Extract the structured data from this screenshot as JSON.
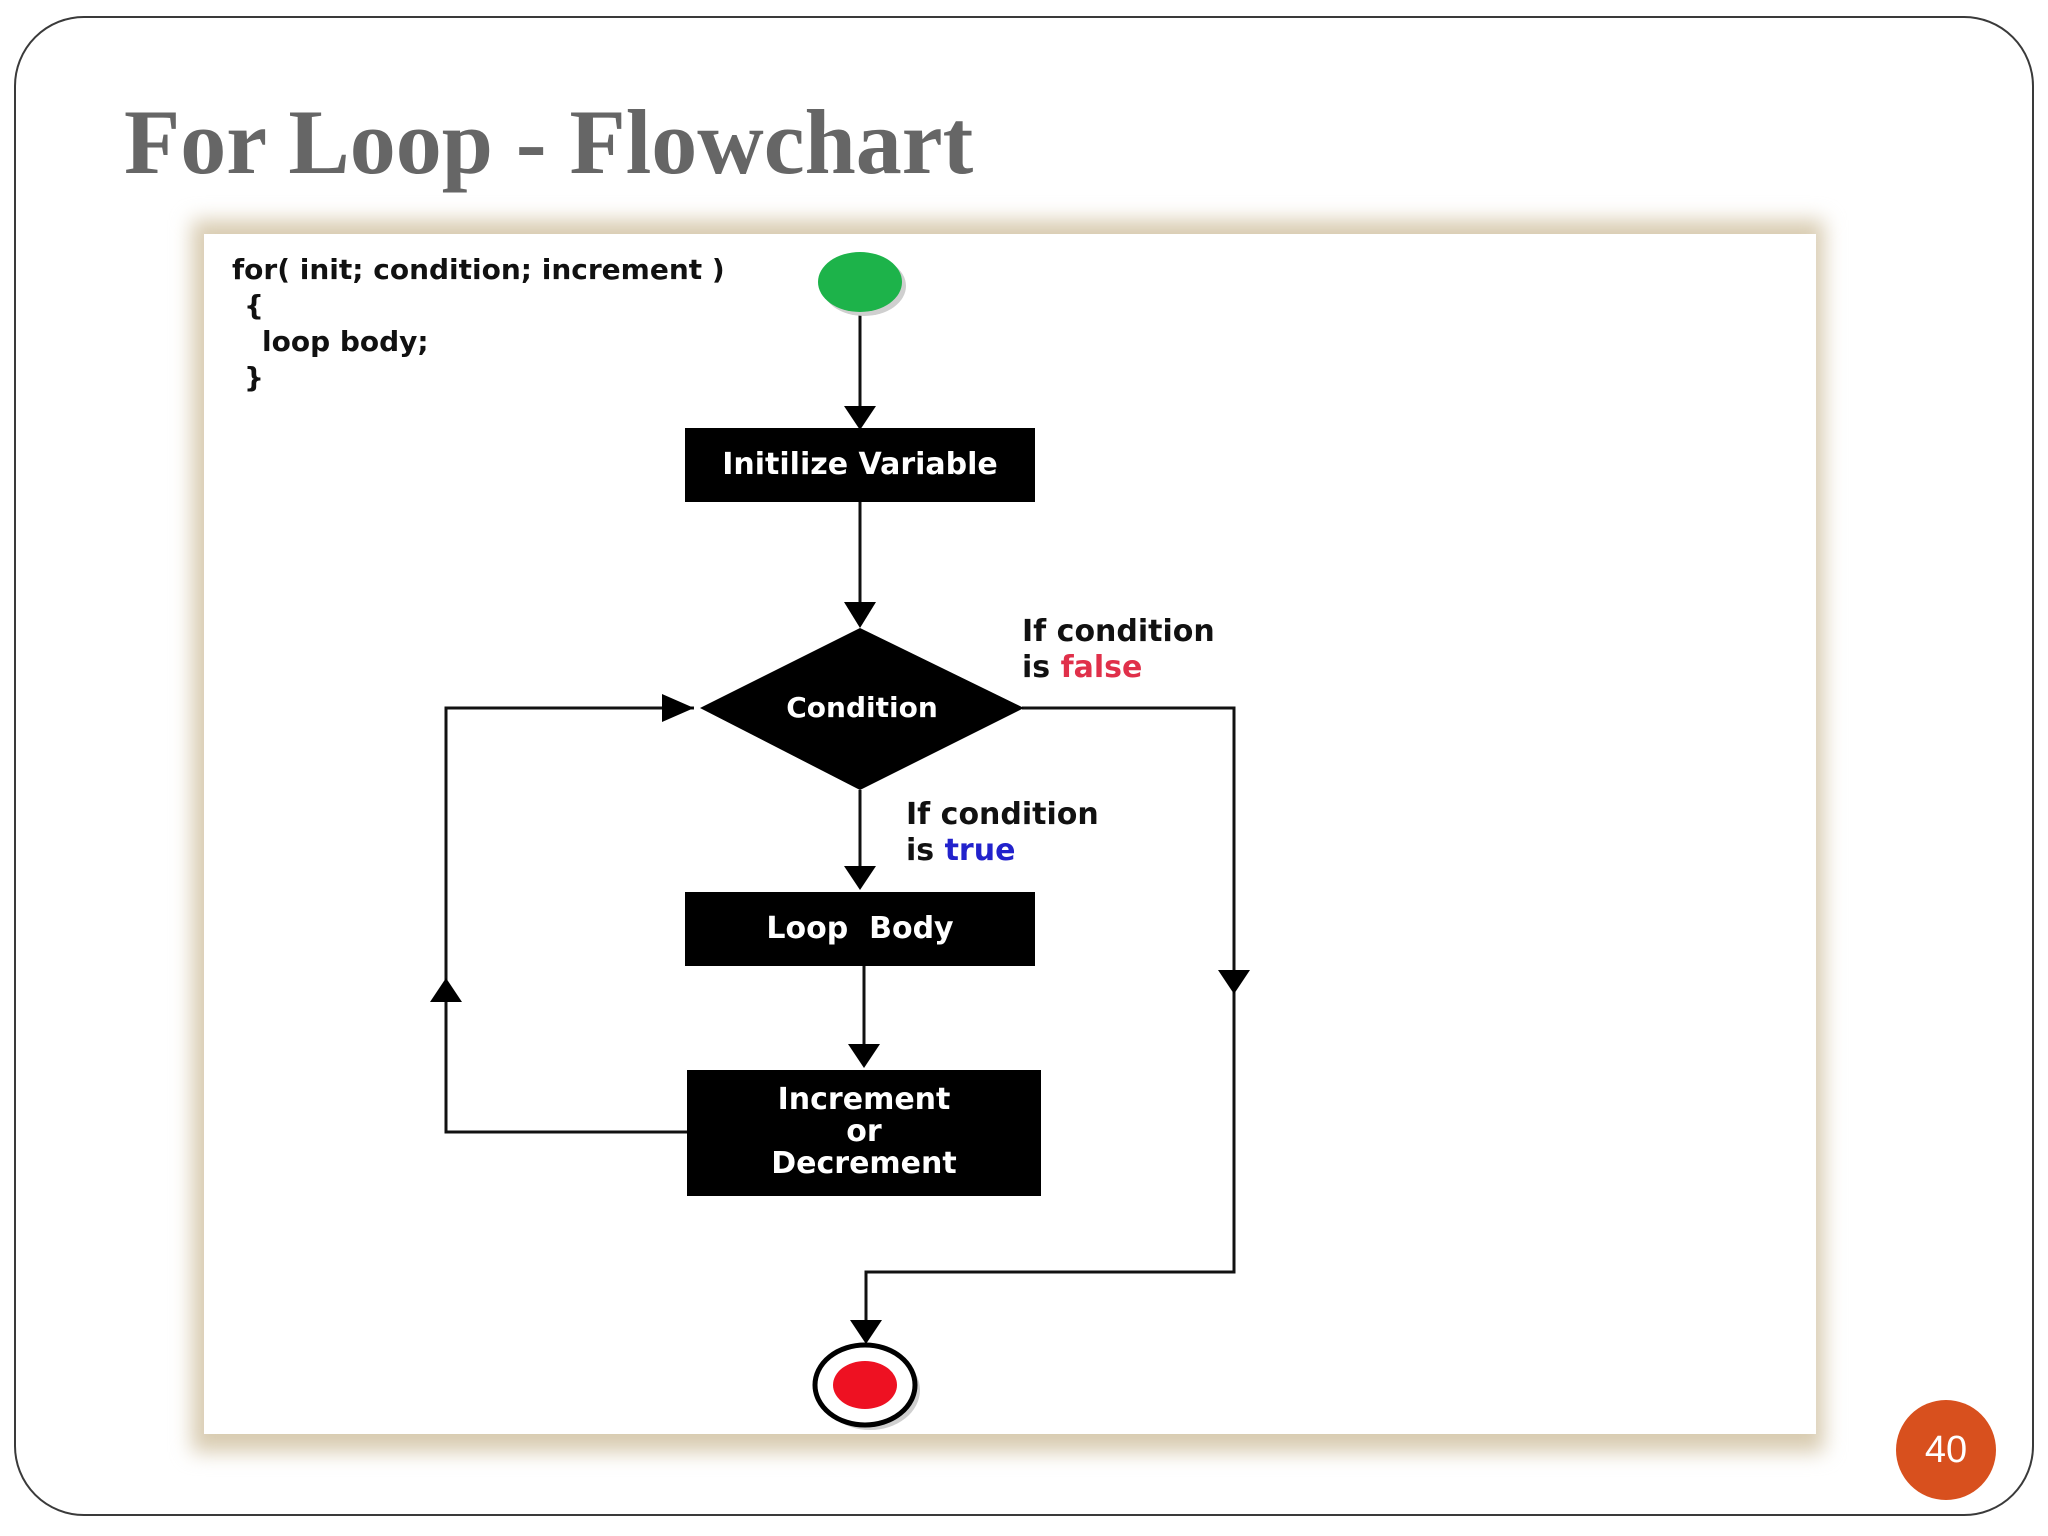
{
  "slide": {
    "title": "For Loop - Flowchart",
    "page_number": "40",
    "accent_color": "#d8501e"
  },
  "diagram": {
    "code_lines": [
      "for( init; condition; increment )",
      "{",
      "loop body;",
      "}"
    ],
    "nodes": {
      "start": {
        "type": "start-circle",
        "color": "#1db34a"
      },
      "init": {
        "label": "Initilize Variable"
      },
      "condition": {
        "label": "Condition"
      },
      "body": {
        "label": "Loop  Body"
      },
      "increment": {
        "label_lines": [
          "Increment",
          "or",
          "Decrement"
        ]
      },
      "end": {
        "type": "end-circle",
        "color": "#ee1122"
      }
    },
    "annotations": {
      "false_branch": {
        "line1": "If condition",
        "prefix": "is ",
        "keyword": "false",
        "keyword_color": "#e0304a"
      },
      "true_branch": {
        "line1": "If condition",
        "prefix": "is ",
        "keyword": "true",
        "keyword_color": "#2222cc"
      }
    }
  }
}
